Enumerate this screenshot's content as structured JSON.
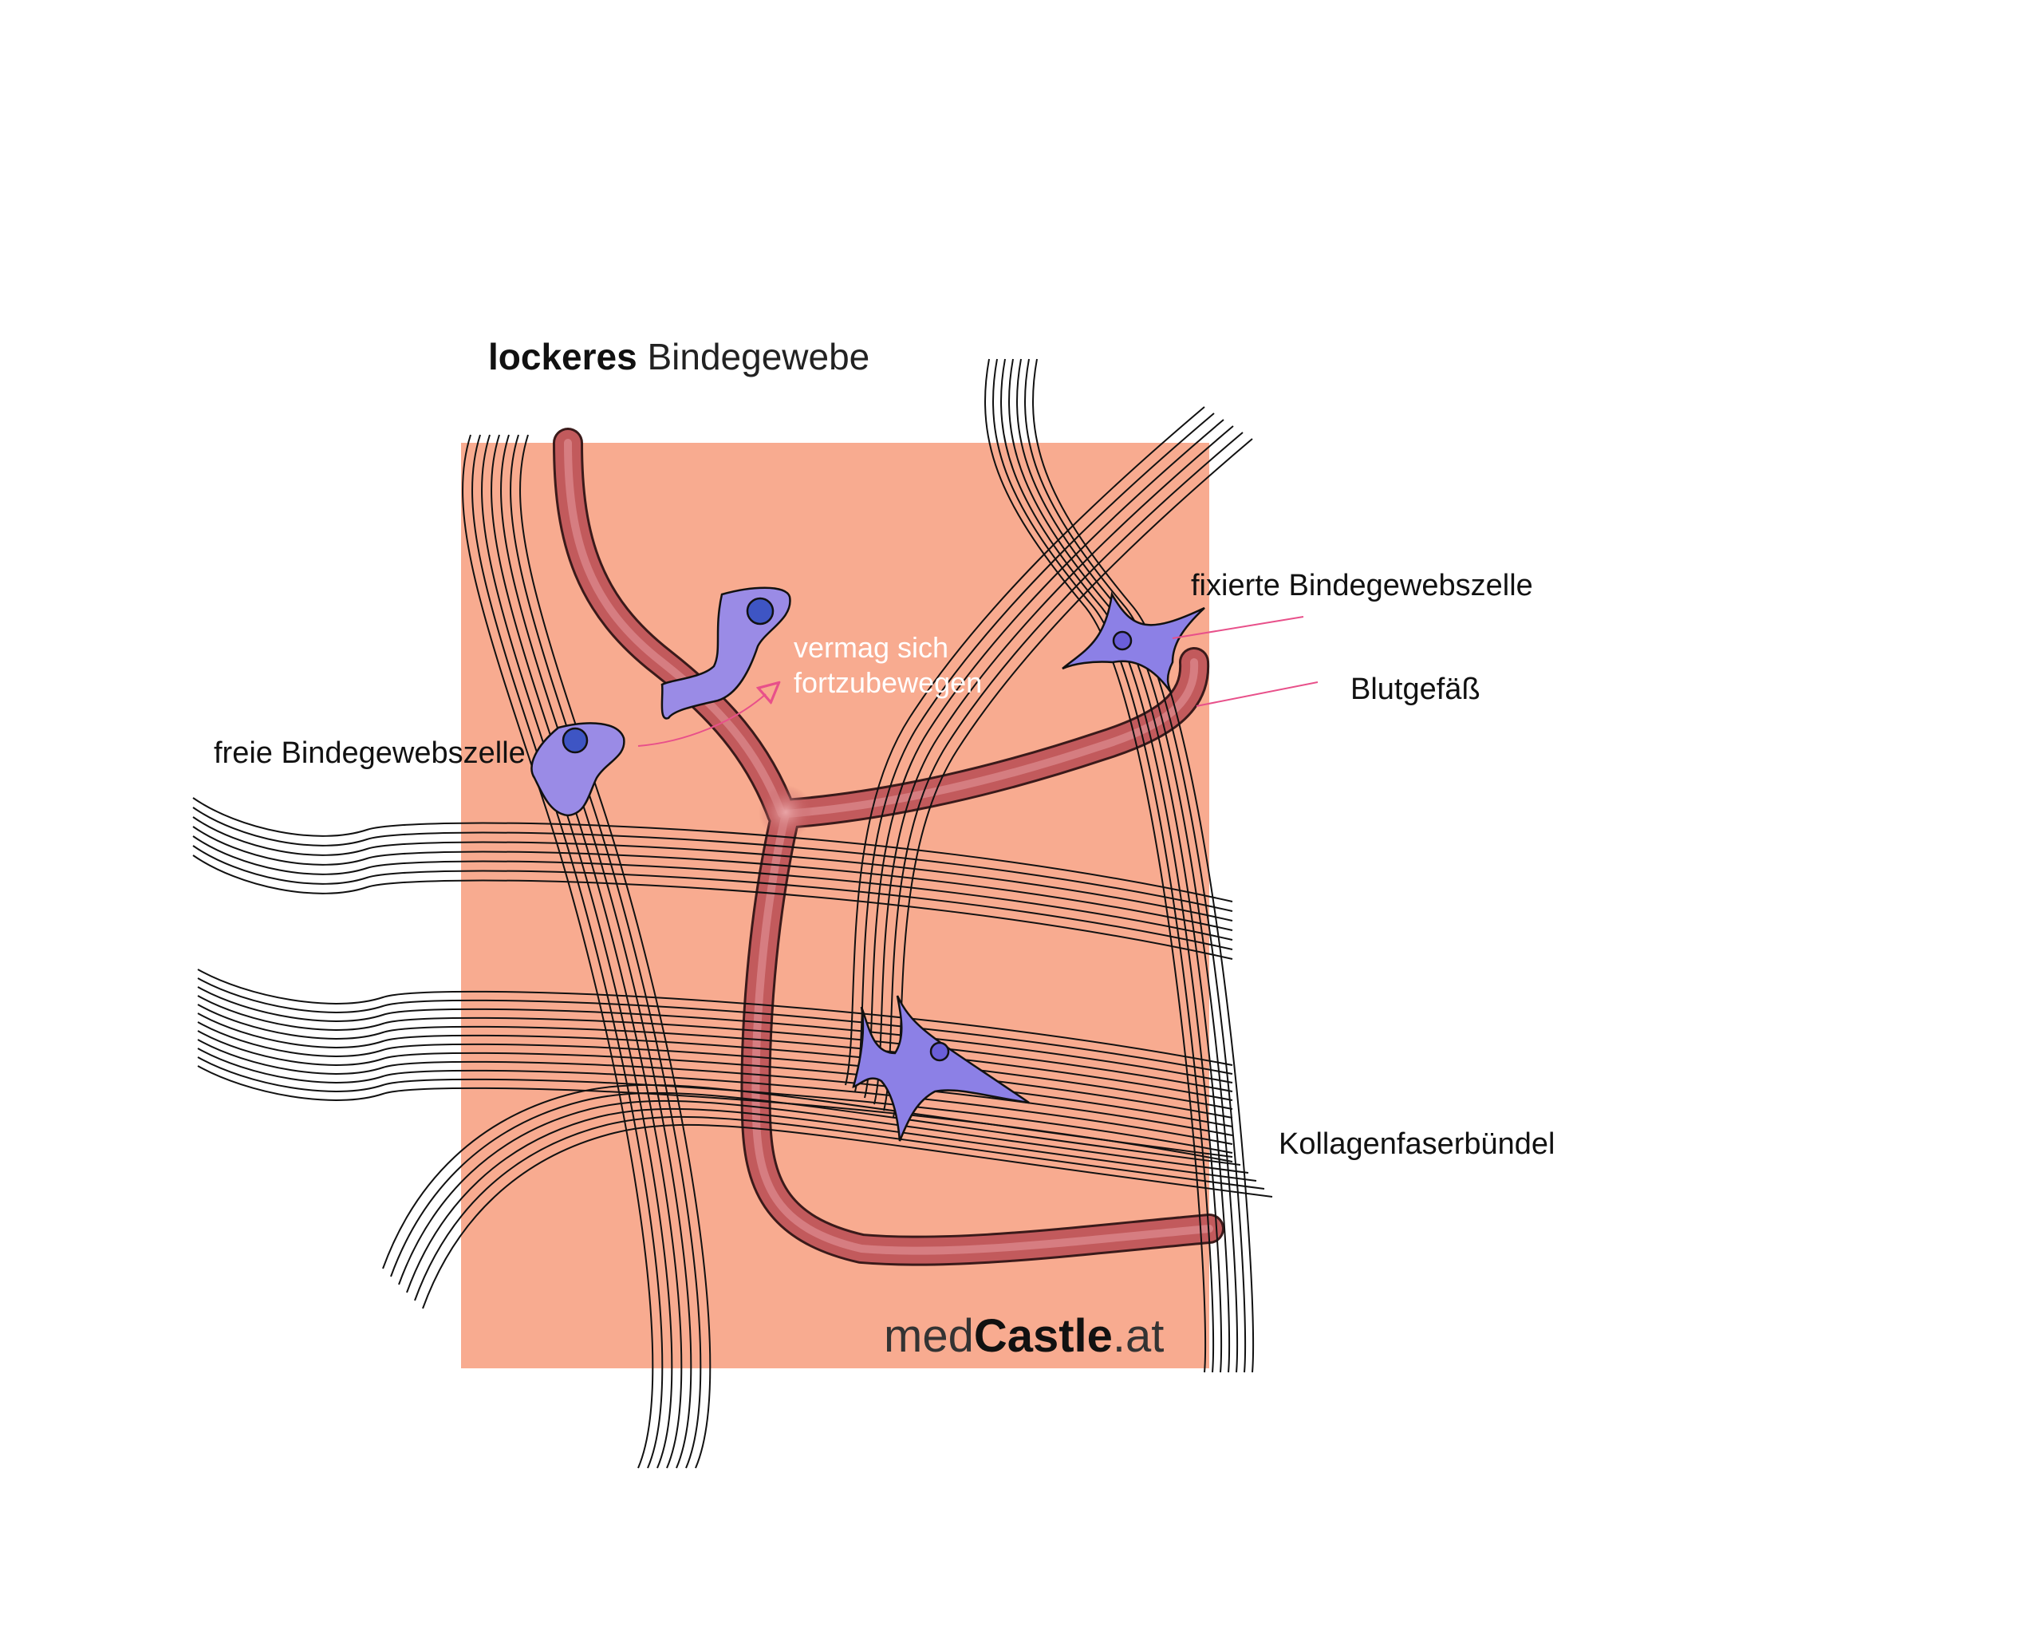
{
  "title": {
    "bold": "lockeres",
    "light": " Bindegewebe"
  },
  "labels": {
    "fixed_cell": "fixierte Bindegewebszelle",
    "blood_vessel": "Blutgefäß",
    "free_cell": "freie Bindegewebszelle",
    "collagen": "Kollagenfaserbündel",
    "moves_line1": "vermag sich",
    "moves_line2": "fortzubewegen"
  },
  "brand": {
    "pre": "med",
    "bold": "Castle",
    "post": ".at"
  },
  "colors": {
    "tissue": "#f8ab90",
    "vessel": "#c25a5c",
    "vessel_highlight": "#e29a9d",
    "cell_fill": "#9a8be6",
    "nucleus": "#3e55c4",
    "leader_line": "#e8508a",
    "fiber": "#111111"
  }
}
